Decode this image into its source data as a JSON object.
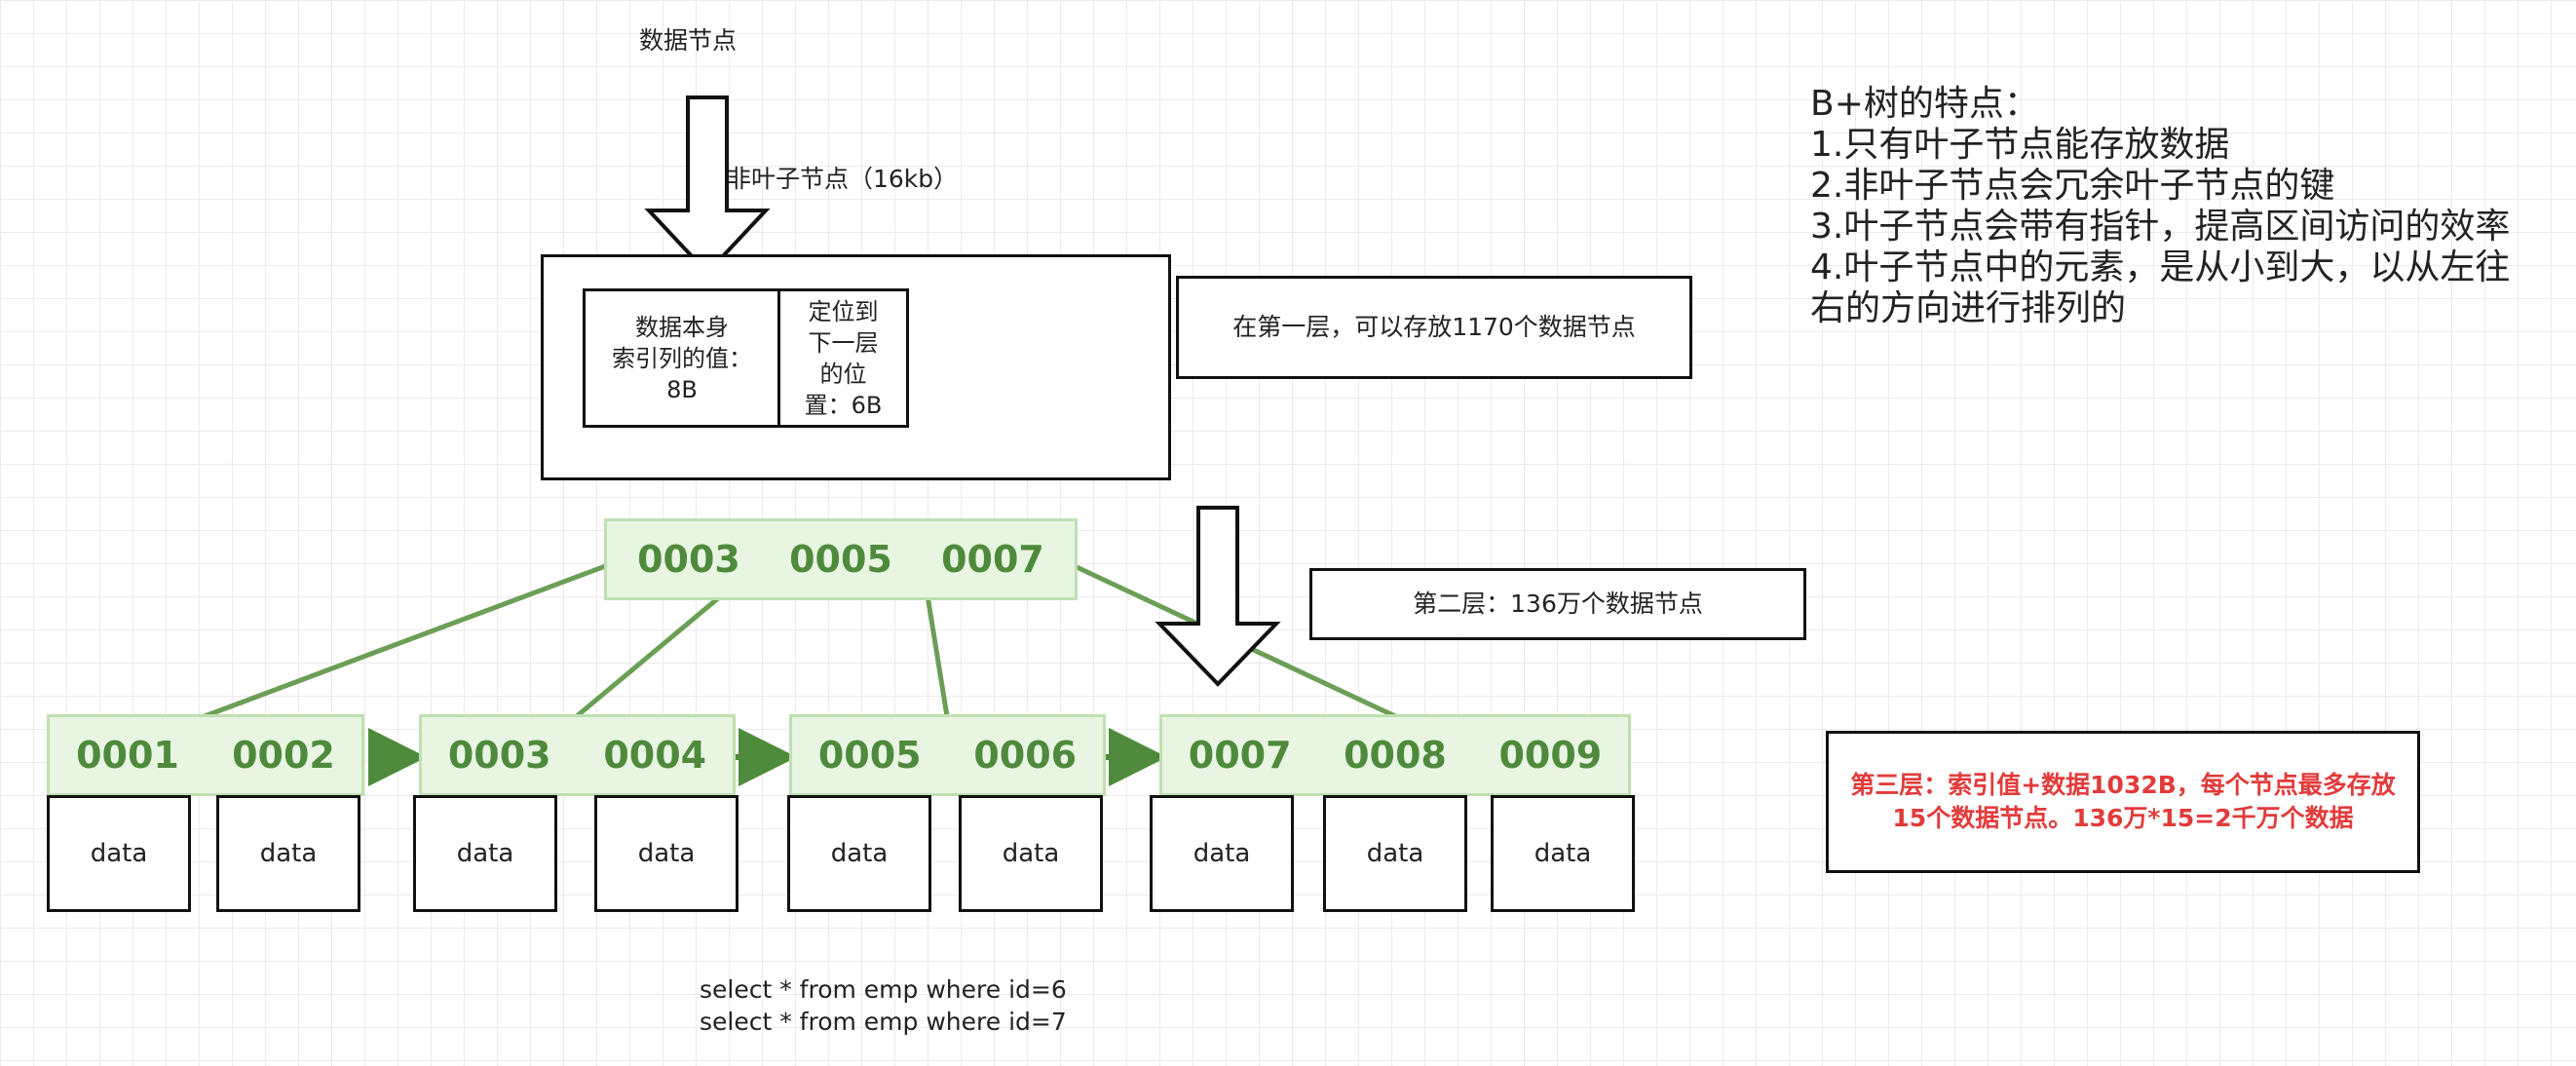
{
  "labels": {
    "data_node": "数据节点",
    "non_leaf_node": "非叶子节点（16kb）",
    "cell_left": [
      "数据本身",
      "索引列的值：",
      "8B"
    ],
    "cell_right": [
      "定位到",
      "下一层",
      "的位",
      "置：6B"
    ],
    "layer1": "在第一层，可以存放1170个数据节点",
    "layer2": "第二层：136万个数据节点",
    "layer3": [
      "第三层：索引值+数据1032B，每个节点最多存放",
      "15个数据节点。136万*15=2千万个数据"
    ],
    "sql": [
      "select * from emp where id=6",
      "select * from emp where id=7"
    ]
  },
  "features": {
    "title": "B+树的特点：",
    "items": [
      "1.只有叶子节点能存放数据",
      "2.非叶子节点会冗余叶子节点的键",
      "3.叶子节点会带有指针，提高区间访问的效率",
      "4.叶子节点中的元素，是从小到大，以从左往",
      "右的方向进行排列的"
    ]
  },
  "tree": {
    "root_keys": [
      "0003",
      "0005",
      "0007"
    ],
    "leaves": [
      [
        "0001",
        "0002"
      ],
      [
        "0003",
        "0004"
      ],
      [
        "0005",
        "0006"
      ],
      [
        "0007",
        "0008",
        "0009"
      ]
    ],
    "data_label": "data"
  },
  "colors": {
    "key_text": "#4f8a3c",
    "node_fill": "#e8f5e2",
    "edge": "#6b9e57",
    "note_red": "#e23b3b"
  }
}
